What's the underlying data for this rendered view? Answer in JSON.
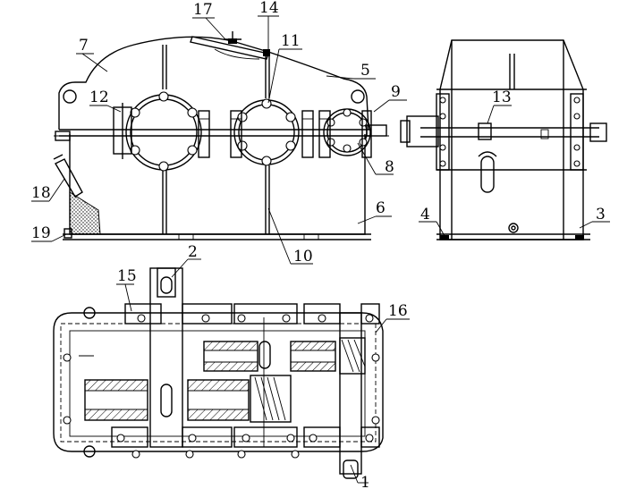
{
  "figure": {
    "callouts": [
      {
        "id": "c1",
        "text": "1"
      },
      {
        "id": "c2",
        "text": "2"
      },
      {
        "id": "c3",
        "text": "3"
      },
      {
        "id": "c4",
        "text": "4"
      },
      {
        "id": "c5",
        "text": "5"
      },
      {
        "id": "c6",
        "text": "6"
      },
      {
        "id": "c7",
        "text": "7"
      },
      {
        "id": "c8",
        "text": "8"
      },
      {
        "id": "c9",
        "text": "9"
      },
      {
        "id": "c10",
        "text": "10"
      },
      {
        "id": "c11",
        "text": "11"
      },
      {
        "id": "c12",
        "text": "12"
      },
      {
        "id": "c13",
        "text": "13"
      },
      {
        "id": "c14",
        "text": "14"
      },
      {
        "id": "c15",
        "text": "15"
      },
      {
        "id": "c16",
        "text": "16"
      },
      {
        "id": "c17",
        "text": "17"
      },
      {
        "id": "c18",
        "text": "18"
      },
      {
        "id": "c19",
        "text": "19"
      }
    ]
  }
}
